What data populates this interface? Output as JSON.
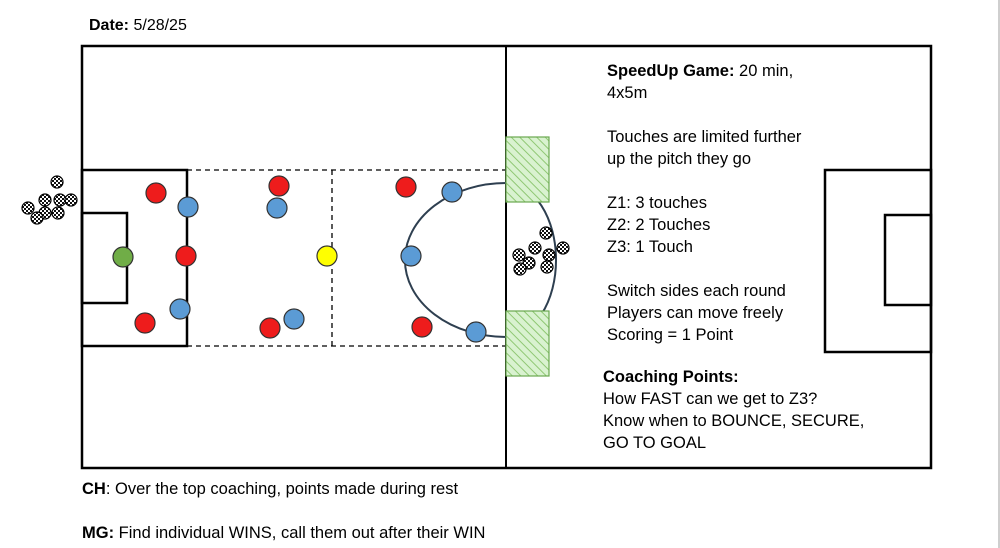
{
  "date": {
    "label": "Date:",
    "value": "5/28/25"
  },
  "game": {
    "title_label": "SpeedUp Game:",
    "title_rest": "20 min,",
    "title_line2": "4x5m",
    "touch_note": [
      "Touches are limited further",
      "up the pitch they go"
    ],
    "zones": [
      "Z1: 3 touches",
      "Z2: 2 Touches",
      "Z3: 1 Touch"
    ],
    "rules": [
      "Switch sides each round",
      "Players can move freely",
      "Scoring = 1 Point"
    ]
  },
  "coaching": {
    "heading": "Coaching Points:",
    "lines": [
      "How FAST can we get to Z3?",
      "Know when to BOUNCE, SECURE,",
      "GO TO GOAL"
    ]
  },
  "notes": {
    "ch_label": "CH",
    "ch_text": ": Over the top coaching, points made during rest",
    "mg_label": "MG:",
    "mg_text": " Find individual WINS, call them out after their WIN"
  },
  "colors": {
    "red_player": "#ee1c1c",
    "blue_player": "#5b9bd5",
    "green_player": "#70ad47",
    "yellow_player": "#ffff00",
    "center_circle": "#2e3f50",
    "mini_goal_fill": "#d9f2d0",
    "mini_goal_stroke": "#6aa84f"
  },
  "icons": {
    "ball": "soccer-ball-icon"
  }
}
